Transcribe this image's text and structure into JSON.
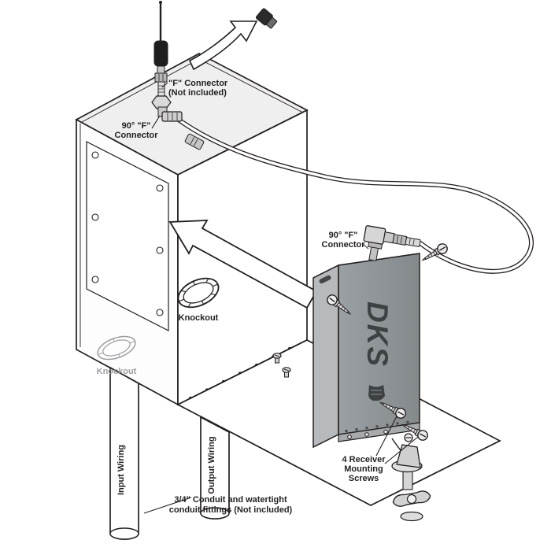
{
  "page": {
    "background": "#ffffff"
  },
  "colors": {
    "line": "#231f20",
    "hidden_gray": "#9c9ea0",
    "receiver_front": "#8f9497",
    "receiver_side": "#b6babc",
    "receiver_top": "#cdd0d2",
    "brand_text": "#3d4144"
  },
  "labels": {
    "antenna_connector": {
      "line1": "\"F\" Connector",
      "line2": "(Not included)"
    },
    "box_elbow": {
      "line1": "90° \"F\"",
      "line2": "Connector"
    },
    "receiver_elbow": {
      "line1": "90° \"F\"",
      "line2": "Connector"
    },
    "knockout_side": "Knockout",
    "knockout_bottom": "Knockout",
    "input_wiring": "Input Wiring",
    "output_wiring": "Output Wiring",
    "conduit_note": {
      "line1": "3/4\" Conduit and watertight",
      "line2": "conduit fittings (Not included)"
    },
    "mounting_screws": {
      "line1": "4 Receiver",
      "line2": "Mounting",
      "line3": "Screws"
    },
    "receiver_brand": "DKS"
  }
}
